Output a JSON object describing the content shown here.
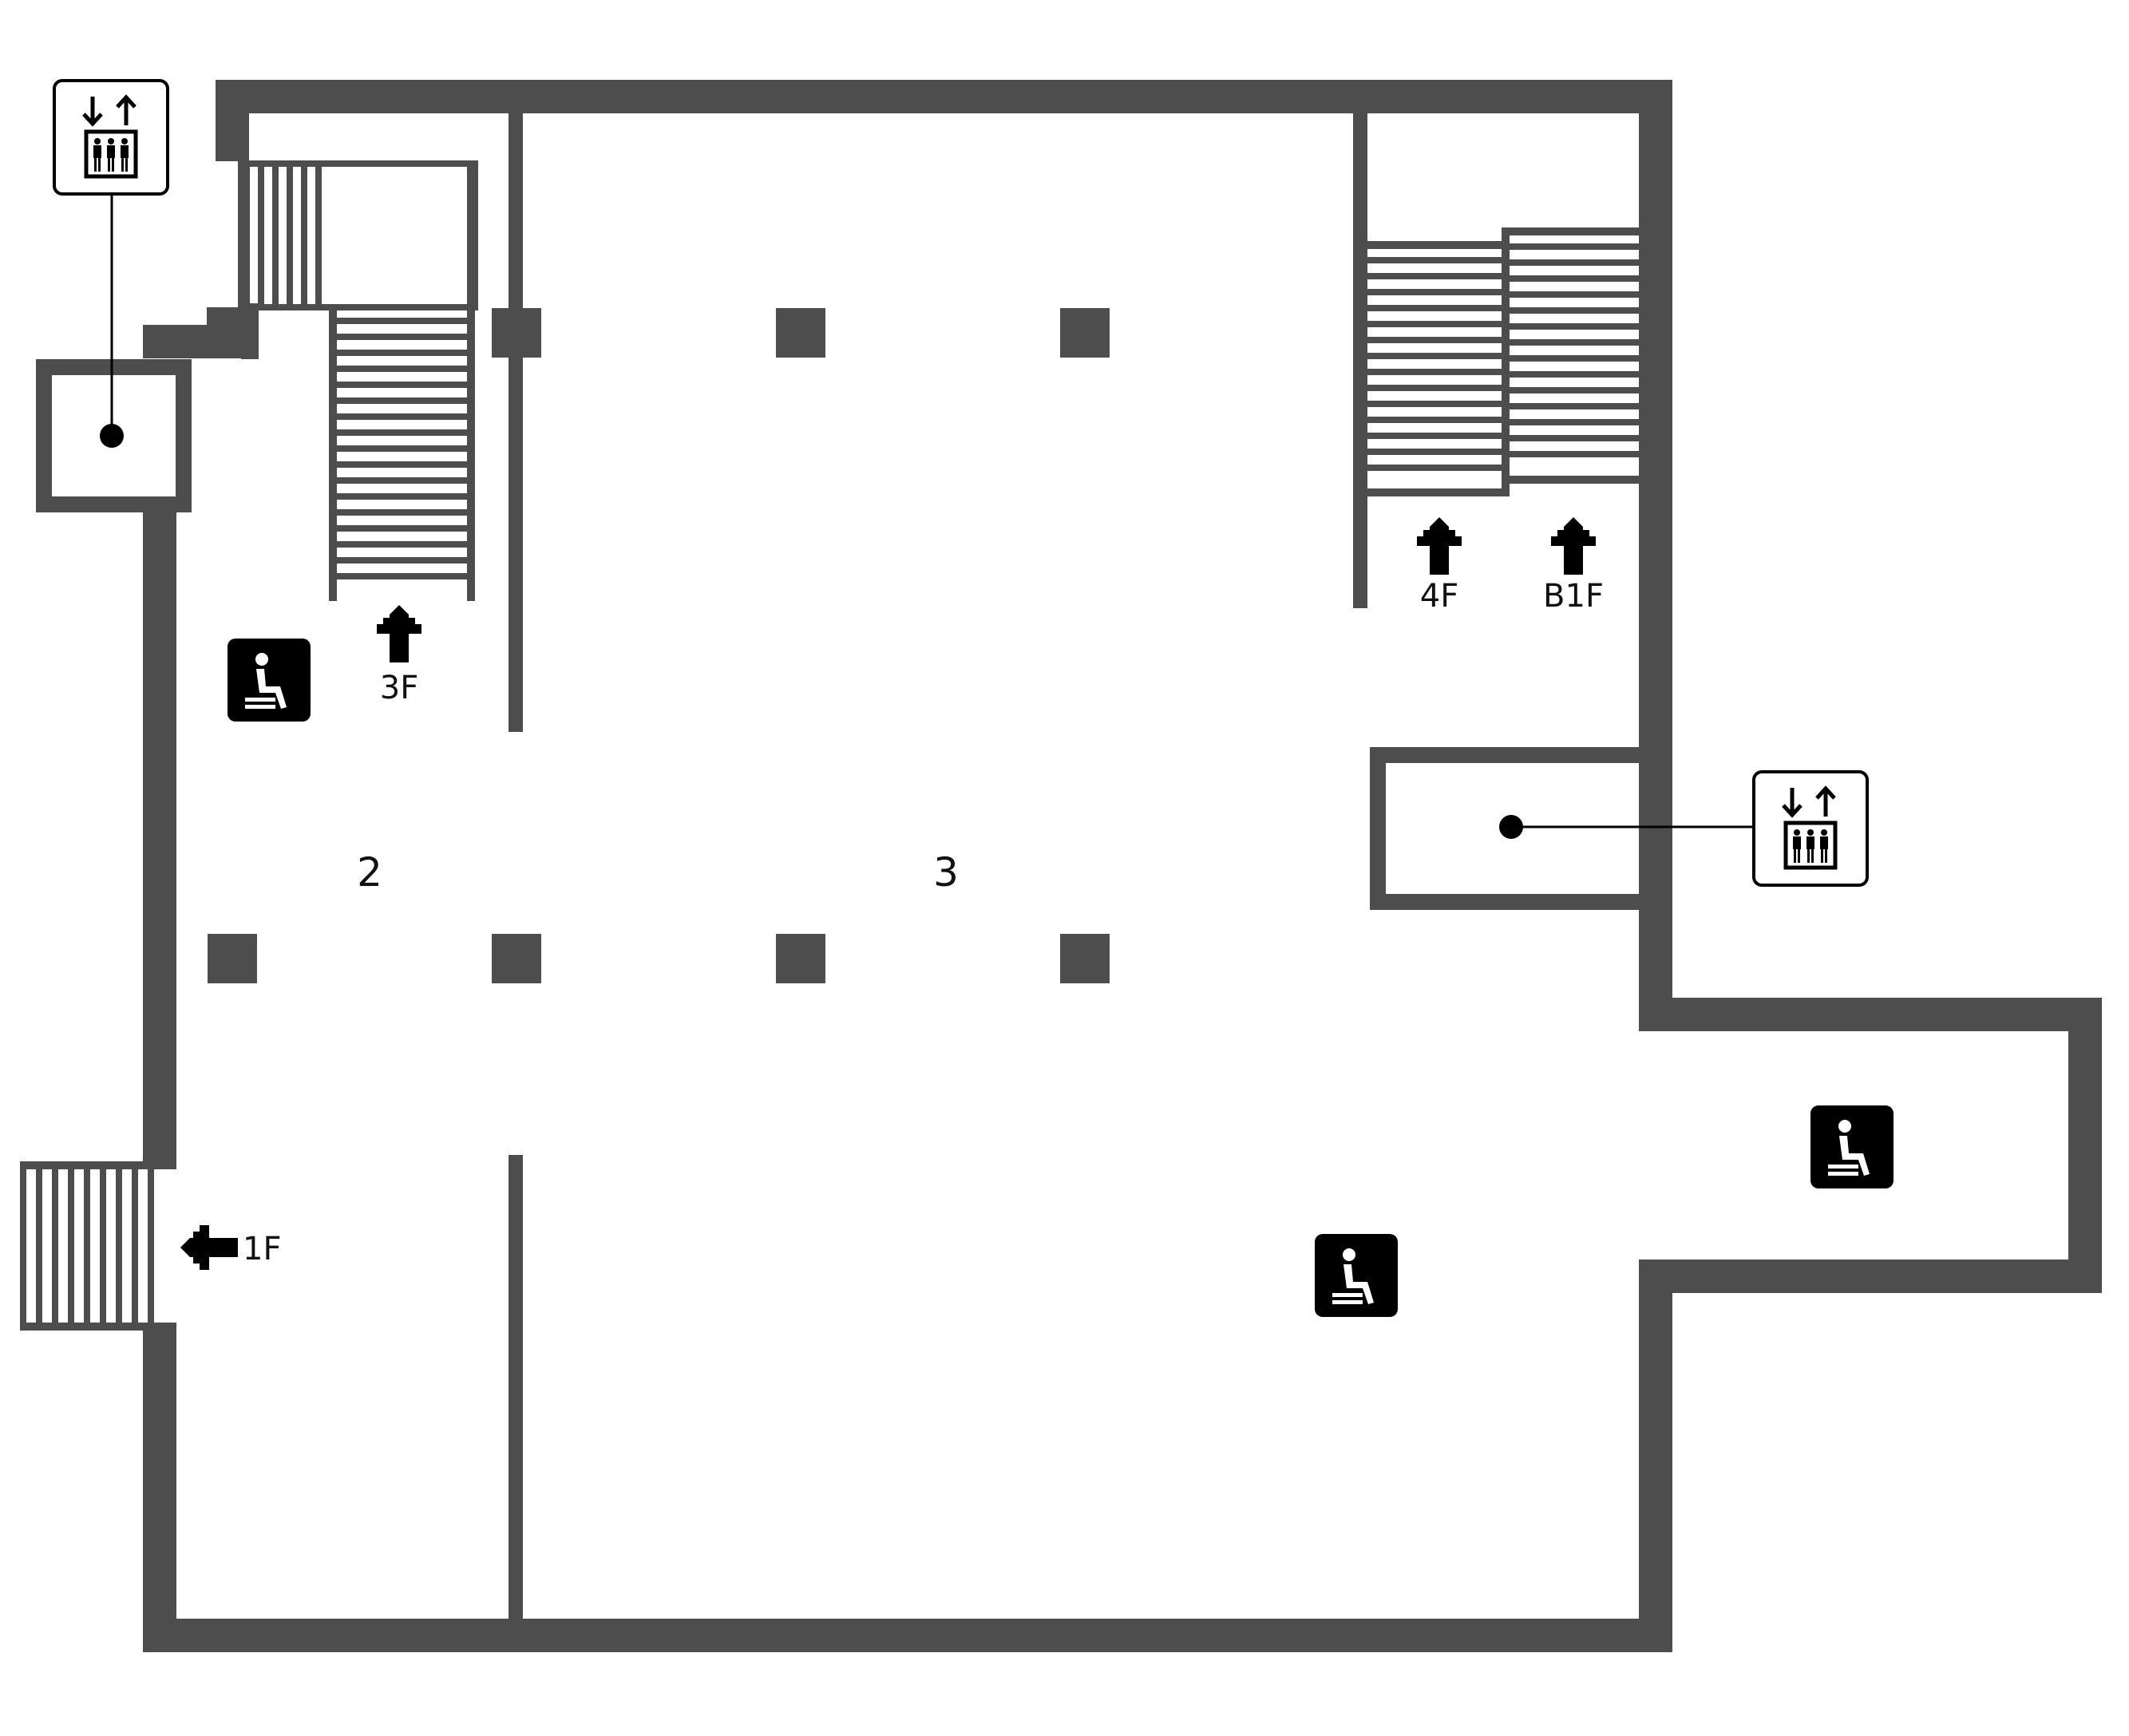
{
  "colors": {
    "wall": "#4d4d4d",
    "background": "#ffffff",
    "icon": "#000000"
  },
  "rooms": [
    {
      "number": "2"
    },
    {
      "number": "3"
    }
  ],
  "stairs": [
    {
      "label": "3F",
      "direction": "up"
    },
    {
      "label": "4F",
      "direction": "up"
    },
    {
      "label": "B1F",
      "direction": "up"
    },
    {
      "label": "1F",
      "direction": "left"
    }
  ],
  "icons": {
    "elevator": "elevator-icon",
    "seating": "seating-icon"
  }
}
